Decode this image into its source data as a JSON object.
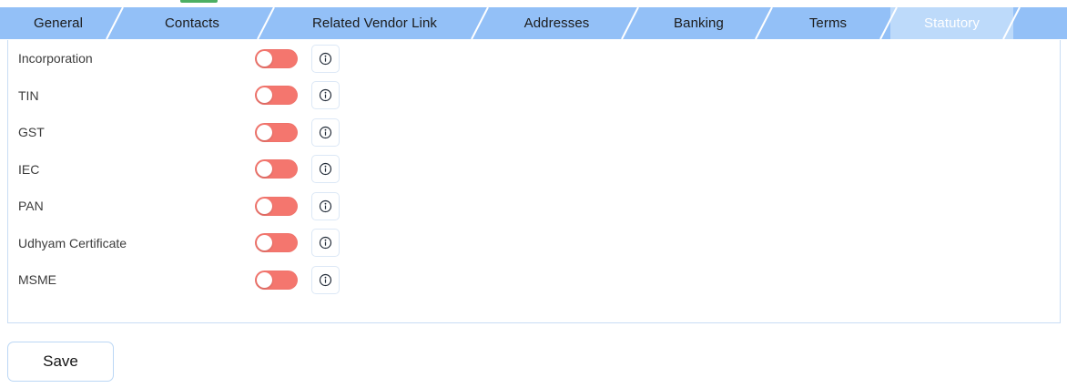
{
  "decor": {
    "top_sliver_color": "#4CAF63"
  },
  "colors": {
    "tab_bar": "#93C0F7",
    "tab_active": "#BDDAFA",
    "toggle_off_track": "#F4766E",
    "panel_border": "#C9DDF4",
    "save_border": "#BBD7F5"
  },
  "tabs": [
    {
      "label": "General",
      "active": false,
      "name": "tab-general"
    },
    {
      "label": "Contacts",
      "active": false,
      "name": "tab-contacts"
    },
    {
      "label": "Related Vendor Link",
      "active": false,
      "name": "tab-related-vendor-link"
    },
    {
      "label": "Addresses",
      "active": false,
      "name": "tab-addresses"
    },
    {
      "label": "Banking",
      "active": false,
      "name": "tab-banking"
    },
    {
      "label": "Terms",
      "active": false,
      "name": "tab-terms"
    },
    {
      "label": "Statutory",
      "active": true,
      "name": "tab-statutory"
    }
  ],
  "statutory": {
    "rows": [
      {
        "label": "Incorporation",
        "toggle_on": false,
        "info_icon": "info-icon"
      },
      {
        "label": "TIN",
        "toggle_on": false,
        "info_icon": "info-icon"
      },
      {
        "label": "GST",
        "toggle_on": false,
        "info_icon": "info-icon"
      },
      {
        "label": "IEC",
        "toggle_on": false,
        "info_icon": "info-icon"
      },
      {
        "label": "PAN",
        "toggle_on": false,
        "info_icon": "info-icon"
      },
      {
        "label": "Udhyam Certificate",
        "toggle_on": false,
        "info_icon": "info-icon"
      },
      {
        "label": "MSME",
        "toggle_on": false,
        "info_icon": "info-icon"
      }
    ]
  },
  "footer": {
    "save_label": "Save"
  }
}
